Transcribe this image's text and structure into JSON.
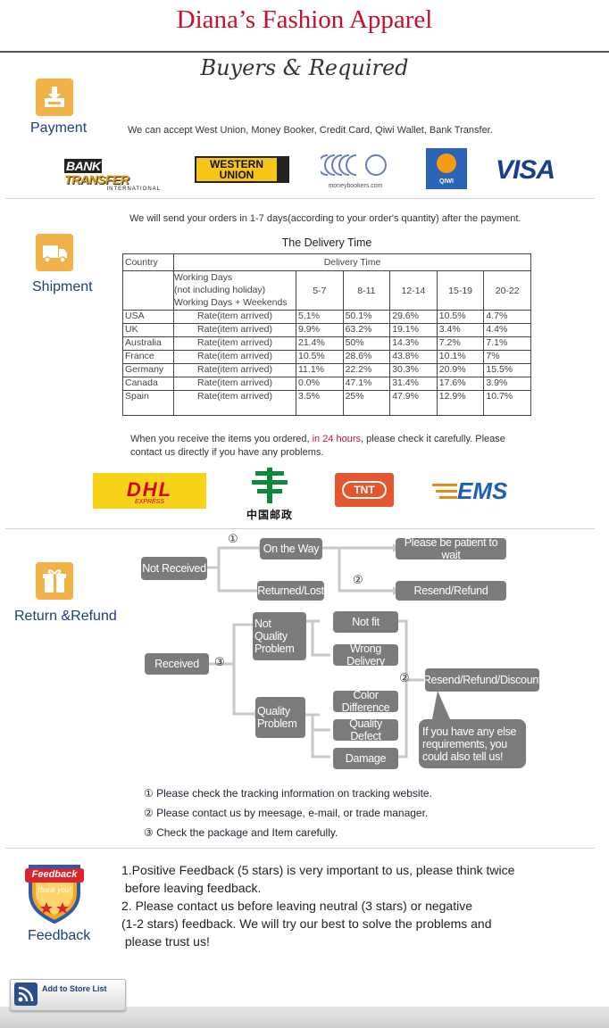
{
  "header": {
    "store_name": "Diana’s Fashion Apparel",
    "subtitle": "Buyers & Required"
  },
  "payment": {
    "label": "Payment",
    "text": "We can accept West Union, Money Booker, Credit Card, Qiwi Wallet, Bank Transfer.",
    "logos": {
      "bank_transfer_a": "BANK ",
      "bank_transfer_b": "TRANSFER",
      "bank_transfer_sub": "INTERNATIONAL",
      "western_1": "WESTERN",
      "western_2": "UNION",
      "moneybookers": "moneybookers.com",
      "qiwi": "QIWI",
      "visa": "VISA"
    }
  },
  "shipment": {
    "label": "Shipment",
    "text": "We will send your orders in 1-7 days(according to your order's quantity) after the payment.",
    "table_title": "The Delivery Time",
    "col_country": "Country",
    "col_delivery": "Delivery Time",
    "working_days": [
      "Working Days",
      "(not including holiday)",
      "Working Days + Weekends"
    ],
    "ranges": [
      "5-7",
      "8-11",
      "12-14",
      "15-19",
      "20-22"
    ],
    "rows": [
      {
        "country": "USA",
        "rate": "Rate(item arrived)",
        "v": [
          "5.1%",
          "50.1%",
          "29.6%",
          "10.5%",
          "4.7%"
        ]
      },
      {
        "country": "UK",
        "rate": "Rate(item arrived)",
        "v": [
          "9.9%",
          "63.2%",
          "19.1%",
          "3.4%",
          "4.4%"
        ]
      },
      {
        "country": "Australia",
        "rate": "Rate(item arrived)",
        "v": [
          "21.4%",
          "50%",
          "14.3%",
          "7.2%",
          "7.1%"
        ]
      },
      {
        "country": "France",
        "rate": "Rate(item arrived)",
        "v": [
          "10.5%",
          "28.6%",
          "43.8%",
          "10.1%",
          "7%"
        ]
      },
      {
        "country": "Germany",
        "rate": "Rate(item arrived)",
        "v": [
          "11.1%",
          "22.2%",
          "30.3%",
          "20.9%",
          "15.5%"
        ]
      },
      {
        "country": "Canada",
        "rate": "Rate(item arrived)",
        "v": [
          "0.0%",
          "47.1%",
          "31.4%",
          "17.6%",
          "3.9%"
        ]
      },
      {
        "country": "Spain",
        "rate": "Rate(item arrived)",
        "v": [
          "3.5%",
          "25%",
          "47.9%",
          "12.9%",
          "10.7%"
        ]
      }
    ],
    "check_a": "When you receive the items you ordered, ",
    "check_red": "in 24 hours",
    "check_b": ", please check it carefully. Please",
    "check_c": "contact us directly if you have any problems.",
    "carriers": {
      "dhl": "DHL",
      "dhl_sub": "EXPRESS",
      "china_post": "中国邮政",
      "tnt": "TNT",
      "ems": "EMS"
    }
  },
  "refund": {
    "label": "Return &Refund",
    "boxes": {
      "not_received": "Not Received",
      "on_the_way": "On the Way",
      "be_patient": "Please be patient to wait",
      "returned_lost": "Returned/Lost",
      "resend_refund": "Resend/Refund",
      "received": "Received",
      "not_quality": "Not Quality Problem",
      "not_fit": "Not fit",
      "wrong_delivery": "Wrong Delivery",
      "quality_problem": "Quality Problem",
      "color_difference": "Color Difference",
      "quality_defect": "Quality Defect",
      "damage": "Damage",
      "resend_refund_discount": "Resend/Refund/Discount",
      "else_requirements": "If you have any else requirements, you could also tell us!"
    },
    "circles": {
      "c1": "①",
      "c2": "②",
      "c3": "③"
    },
    "notes": [
      "① Please check the tracking information on tracking website.",
      "② Please contact us by meesage, e-mail, or trade manager.",
      "③ Check the package and Item carefully."
    ]
  },
  "feedback": {
    "label": "Feedback",
    "badge_1": "Feedback",
    "badge_2": "thank you!",
    "lines": [
      "1.Positive Feedback (5 stars) is very important to us, please think twice",
      " before leaving feedback.",
      "2. Please contact us before leaving neutral (3 stars) or negative",
      "(1-2 stars) feedback. We will try our best to solve the problems and",
      " please trust us!"
    ]
  },
  "store_list": {
    "label": "Add to Store List"
  },
  "colors": {
    "accent_red": "#c8102e",
    "icon_orange": "#f2b24a",
    "label_blue": "#1d3f7a",
    "box_grey": "#7b7b7b"
  }
}
